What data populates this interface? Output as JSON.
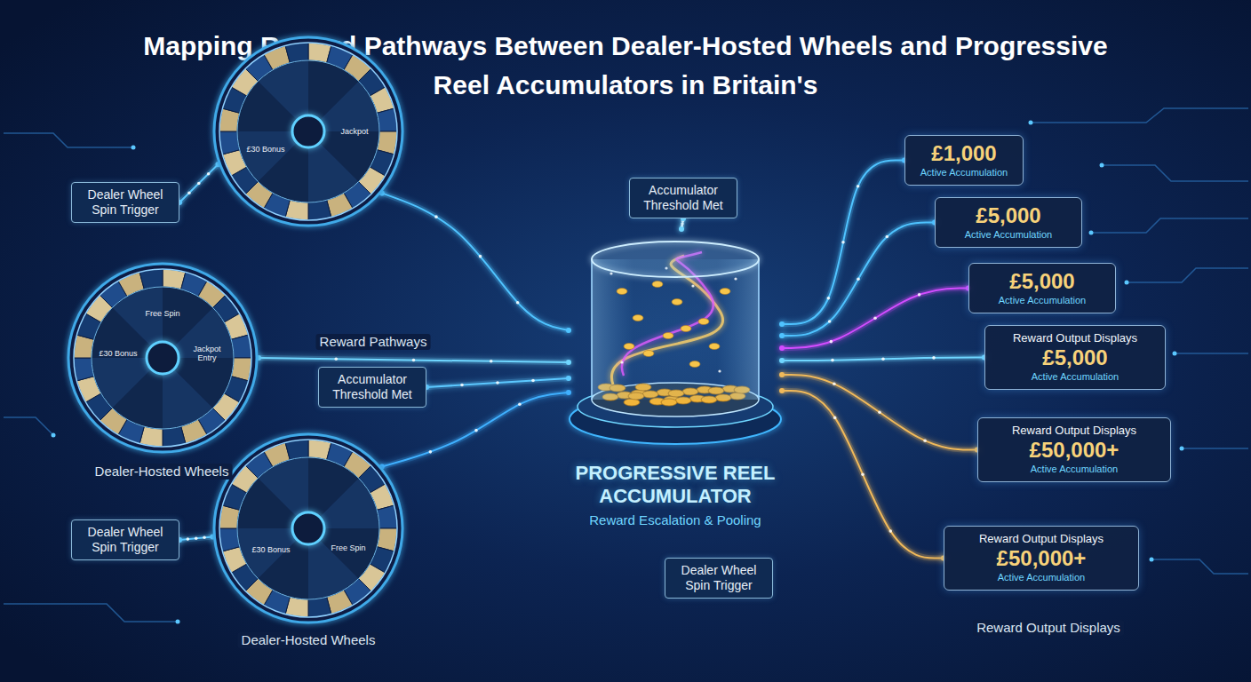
{
  "diagram": {
    "title": "Mapping Reward Pathways Between Dealer-Hosted Wheels and Progressive Reel Accumulators in Britain's",
    "nodes": [
      {
        "text": [
          "Dealer Wheel Spin Trigger"
        ]
      },
      {
        "text": [
          "£30 Bonus",
          "Jackpot"
        ]
      },
      {
        "text": [
          "Accumulator Threshold Met"
        ]
      },
      {
        "text": [
          "£1,000",
          "Active Accumulation"
        ]
      },
      {
        "text": [
          "£5,000",
          "Active Accumulation"
        ]
      },
      {
        "text": [
          "£5,000",
          "Active Accumulation"
        ]
      },
      {
        "text": [
          "Free Spin",
          "£30 Bonus",
          "Jackpot Entry"
        ]
      },
      {
        "text": [
          "Reward Output Displays",
          "£5,000",
          "Active Accumulation"
        ]
      },
      {
        "text": [
          "Accumulator Threshold Met"
        ]
      },
      {
        "text": [
          "PROGRESSIVE REEL ACCUMULATOR",
          "Reward Escalation & Pooling"
        ]
      },
      {
        "text": [
          "Reward Output Displays",
          "£50,000+",
          "Active Accumulation"
        ]
      },
      {
        "text": [
          "Dealer Wheel Spin Trigger"
        ]
      },
      {
        "text": [
          "£30 Bonus",
          "Free Spin"
        ]
      },
      {
        "text": [
          "Reward Output Displays",
          "£50,000+",
          "Active Accumulation"
        ]
      },
      {
        "text": [
          "Dealer Wheel Spin Trigger"
        ]
      }
    ],
    "edges": [
      {
        "from": 0,
        "to": 1,
        "arrow": "none"
      },
      {
        "from": 1,
        "to": 9,
        "arrow": "none"
      },
      {
        "from": 6,
        "to": 9,
        "arrow": "none"
      },
      {
        "from": 8,
        "to": 9,
        "arrow": "none"
      },
      {
        "from": 12,
        "to": 9,
        "arrow": "none"
      },
      {
        "from": 11,
        "to": 12,
        "arrow": "none"
      },
      {
        "from": 2,
        "to": 9,
        "arrow": "none"
      },
      {
        "from": 9,
        "to": 3,
        "arrow": "none"
      },
      {
        "from": 9,
        "to": 4,
        "arrow": "none"
      },
      {
        "from": 9,
        "to": 5,
        "arrow": "none"
      },
      {
        "from": 9,
        "to": 7,
        "arrow": "none"
      },
      {
        "from": 9,
        "to": 10,
        "arrow": "none"
      },
      {
        "from": 9,
        "to": 13,
        "arrow": "none"
      }
    ],
    "labels": [
      "Reward Pathways",
      "Dealer-Hosted Wheels",
      "Dealer-Hosted Wheels",
      "Reward Output Displays"
    ]
  }
}
